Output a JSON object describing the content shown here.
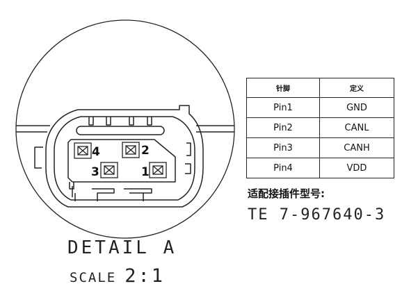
{
  "detail": {
    "title": "DETAIL A",
    "scale_label": "SCALE",
    "scale_value": "2:1"
  },
  "connector": {
    "pin_labels": [
      "4",
      "2",
      "3",
      "1"
    ]
  },
  "pin_table": {
    "headers": [
      "针脚",
      "定义"
    ],
    "rows": [
      {
        "pin": "Pin1",
        "definition": "GND"
      },
      {
        "pin": "Pin2",
        "definition": "CANL"
      },
      {
        "pin": "Pin3",
        "definition": "CANH"
      },
      {
        "pin": "Pin4",
        "definition": "VDD"
      }
    ]
  },
  "mating_connector": {
    "label": "适配接插件型号:",
    "part_number": "TE 7-967640-3"
  }
}
